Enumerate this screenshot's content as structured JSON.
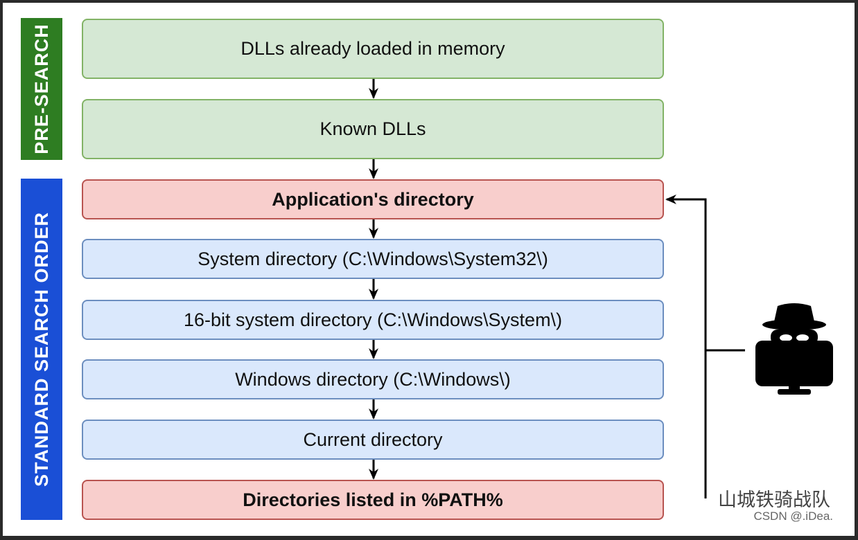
{
  "sections": {
    "pre_search": "PRE-SEARCH",
    "standard": "STANDARD SEARCH ORDER"
  },
  "boxes": [
    {
      "label": "DLLs already loaded in memory",
      "style": "green"
    },
    {
      "label": "Known DLLs",
      "style": "green"
    },
    {
      "label": "Application's directory",
      "style": "red"
    },
    {
      "label": "System directory (C:\\Windows\\System32\\)",
      "style": "blue"
    },
    {
      "label": "16-bit system directory (C:\\Windows\\System\\)",
      "style": "blue"
    },
    {
      "label": "Windows directory (C:\\Windows\\)",
      "style": "blue"
    },
    {
      "label": "Current directory",
      "style": "blue"
    },
    {
      "label": "Directories listed in %PATH%",
      "style": "red"
    }
  ],
  "attacker_icon": "hacker-icon",
  "watermark": {
    "line1": "山城铁骑战队",
    "line2": "CSDN @.iDea."
  },
  "colors": {
    "pre_search": "#2e7d22",
    "standard": "#1a4fd6",
    "green_fill": "#d5e8d4",
    "red_fill": "#f8cecc",
    "blue_fill": "#dae8fc"
  }
}
